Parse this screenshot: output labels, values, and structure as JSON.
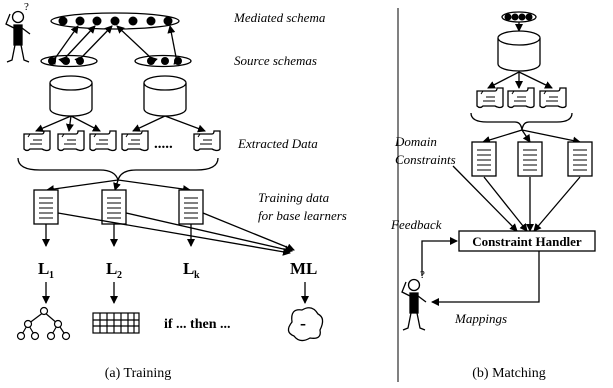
{
  "training": {
    "mediated_schema_label": "Mediated schema",
    "source_schemas_label": "Source schemas",
    "extracted_data_label": "Extracted Data",
    "ellipsis": ".....",
    "training_data_label_line1": "Training data",
    "training_data_label_line2": "for base learners",
    "learner1": "L",
    "learner1_sub": "1",
    "learner2": "L",
    "learner2_sub": "2",
    "learnerk": "L",
    "learnerk_sub": "k",
    "meta_learner": "ML",
    "rule_text": "if ... then ...",
    "blob_sign": "-",
    "caption": "(a) Training"
  },
  "matching": {
    "domain_constraints_line1": "Domain",
    "domain_constraints_line2": "Constraints",
    "feedback_label": "Feedback",
    "constraint_handler_label": "Constraint Handler",
    "mappings_label": "Mappings",
    "caption": "(b) Matching"
  },
  "icons": {
    "user": "?",
    "user2": "?"
  }
}
